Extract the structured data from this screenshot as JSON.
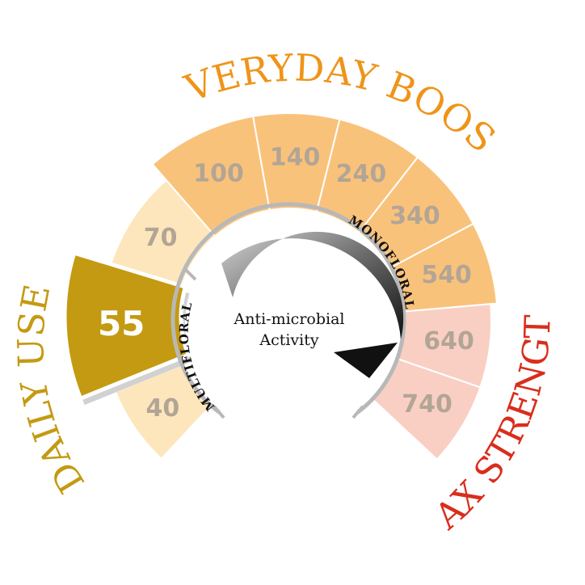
{
  "center": {
    "line1": "Anti-microbial",
    "line2": "Activity"
  },
  "groups": {
    "daily": {
      "label": "DAILY USE",
      "color": "#c49a12"
    },
    "everyday": {
      "label": "EVERYDAY BOOST",
      "color": "#ef9419"
    },
    "max": {
      "label": "MAX STRENGTH",
      "color": "#d92e1c"
    }
  },
  "scale": {
    "multifloral": "MULTIFLORAL",
    "monofloral": "MONOFLORAL"
  },
  "segments": [
    {
      "label": "40",
      "group": "daily",
      "fill": "#fde6bb"
    },
    {
      "label": "55",
      "group": "daily",
      "fill": "#c49a12",
      "selected": true
    },
    {
      "label": "70",
      "group": "daily",
      "fill": "#fde6bb"
    },
    {
      "label": "100",
      "group": "everyday",
      "fill": "#f9c27b"
    },
    {
      "label": "140",
      "group": "everyday",
      "fill": "#f9c27b"
    },
    {
      "label": "240",
      "group": "everyday",
      "fill": "#f9c27b"
    },
    {
      "label": "340",
      "group": "everyday",
      "fill": "#f9c27b"
    },
    {
      "label": "540",
      "group": "everyday",
      "fill": "#f9c27b"
    },
    {
      "label": "640",
      "group": "max",
      "fill": "#f9cfc3"
    },
    {
      "label": "740",
      "group": "max",
      "fill": "#f9cfc3"
    }
  ],
  "colors": {
    "segment_text": "#b3a595",
    "selected_text": "#ffffff",
    "scale_line": "#b8b8b8"
  }
}
